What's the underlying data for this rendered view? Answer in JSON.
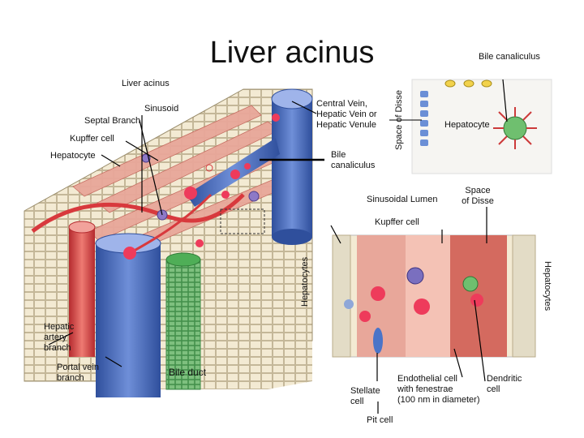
{
  "title": "Liver acinus",
  "labels": {
    "liver_acinus": "Liver acinus",
    "sinusoid": "Sinusoid",
    "septal_branch": "Septal Branch",
    "kupffer_cell_left": "Kupffer cell",
    "hepatocyte_left": "Hepatocyte",
    "central_vein": [
      "Central Vein,",
      "Hepatic Vein or",
      "Hepatic Venule"
    ],
    "bile_canaliculus_mid": [
      "Bile",
      "canaliculus"
    ],
    "space_of_disse_vertical": "Space of Disse",
    "bile_canaliculus_top": "Bile canaliculus",
    "hepatocyte_inset": "Hepatocyte",
    "sinusoidal_lumen": "Sinusoidal Lumen",
    "space_of_disse": [
      "Space",
      "of Disse"
    ],
    "kupffer_cell_mid": "Kupffer cell",
    "hepatocytes_left": "Hepatocytes",
    "hepatocytes_right": "Hepatocytes",
    "hepatic_artery": [
      "Hepatic",
      "artery",
      "branch"
    ],
    "portal_vein": [
      "Portal vein",
      "branch"
    ],
    "bile_duct": "Bile duct",
    "stellate_cell": [
      "Stellate",
      "cell"
    ],
    "endothelial_cell": [
      "Endothelial cell",
      "with fenestrae",
      "(100 nm in diameter)"
    ],
    "dendritic_cell": [
      "Dendritic",
      "cell"
    ],
    "pit_cell": "Pit cell"
  },
  "colors": {
    "vein_blue": "#4a6fc0",
    "artery_red": "#d8393d",
    "bile_green": "#4fae57",
    "hepatocyte_cream": "#f3ead3",
    "sinusoid_pink": "#e8a79a"
  }
}
